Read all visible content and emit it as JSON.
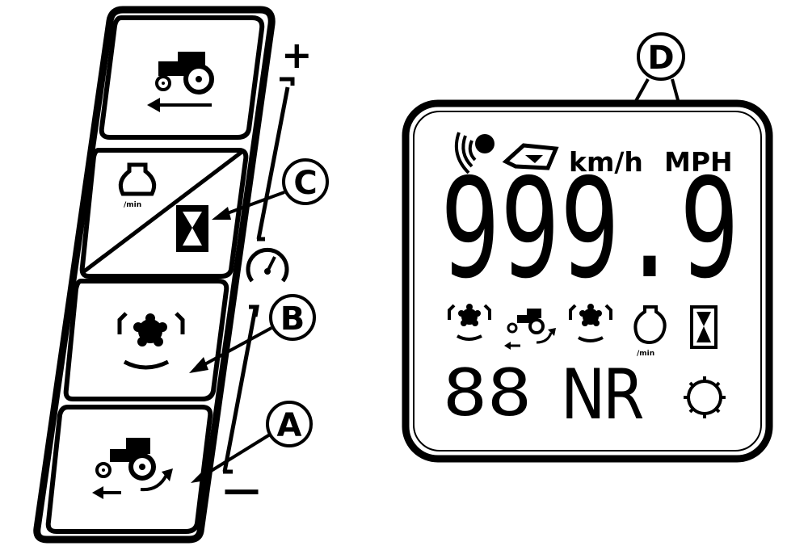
{
  "callouts": {
    "a": "A",
    "b": "B",
    "c": "C",
    "d": "D"
  },
  "scale": {
    "plus": "+",
    "minus": "—"
  },
  "display": {
    "units_kmh": "km/h",
    "units_mph": "MPH",
    "main_readout": "999.9",
    "small_readout": "88",
    "nr_label": "NR"
  },
  "icons": {
    "key_1": "tractor-ground-speed-icon",
    "key_2a": "engine-speed-icon",
    "key_2b": "hour-meter-icon",
    "key_3": "pto-speed-icon",
    "key_4": "tractor-wheel-slip-icon",
    "gauge": "speedometer-icon"
  }
}
